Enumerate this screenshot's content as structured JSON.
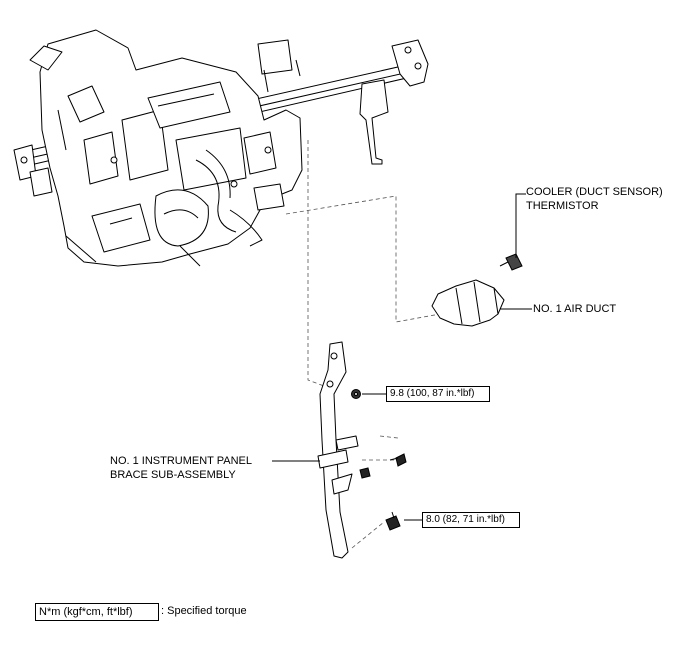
{
  "labels": {
    "cooler_line1": "COOLER (DUCT SENSOR)",
    "cooler_line2": "THERMISTOR",
    "air_duct": "NO. 1 AIR DUCT",
    "brace_line1": "NO. 1 INSTRUMENT PANEL",
    "brace_line2": "BRACE SUB-ASSEMBLY"
  },
  "torques": {
    "upper": "9.8 (100, 87 in.*lbf)",
    "lower": "8.0 (82, 71 in.*lbf)"
  },
  "legend": {
    "box_text": "N*m (kgf*cm, ft*lbf)",
    "description": ": Specified torque"
  },
  "colors": {
    "line": "#000000",
    "background": "#ffffff"
  }
}
